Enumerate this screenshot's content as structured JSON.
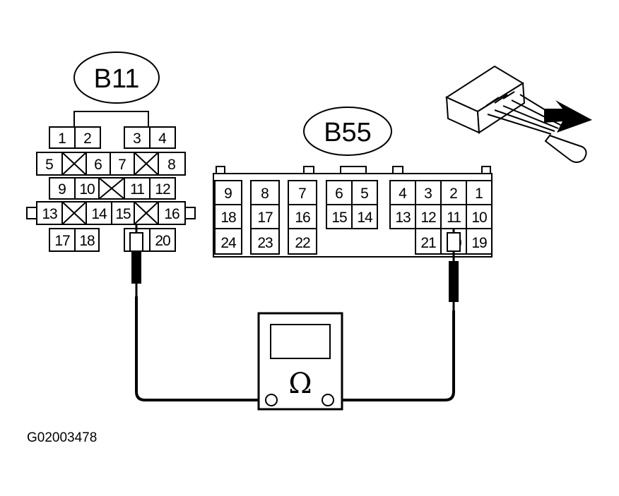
{
  "connectors": {
    "b11": {
      "label": "B11",
      "pins": [
        "1",
        "2",
        "3",
        "4",
        "5",
        "6",
        "7",
        "8",
        "9",
        "10",
        "11",
        "12",
        "13",
        "14",
        "15",
        "16",
        "17",
        "18",
        "20"
      ]
    },
    "b55": {
      "label": "B55",
      "pins": [
        "1",
        "2",
        "3",
        "4",
        "5",
        "6",
        "7",
        "8",
        "9",
        "10",
        "11",
        "12",
        "13",
        "14",
        "15",
        "16",
        "17",
        "18",
        "19",
        "20",
        "21",
        "22",
        "23",
        "24"
      ]
    }
  },
  "meter": {
    "symbol": "Ω",
    "icon": "ohmmeter-icon"
  },
  "figure_id": "G02003478"
}
